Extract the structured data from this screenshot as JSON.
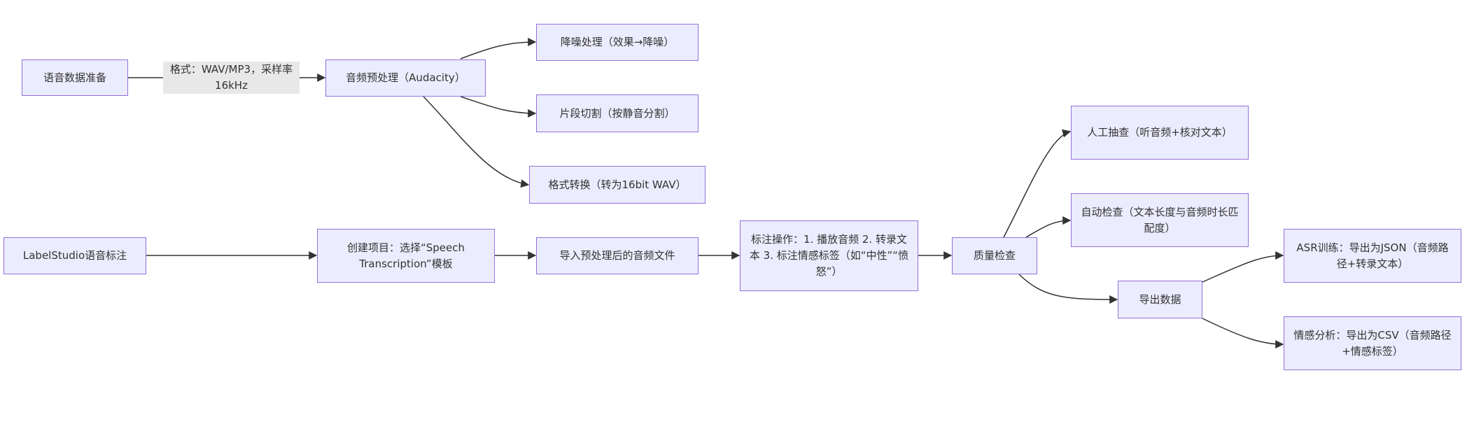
{
  "diagram": {
    "colors": {
      "node_fill": "#ececff",
      "node_border": "#9370db",
      "edge": "#333333",
      "edge_label_bg": "#e8e8e8",
      "text": "#333333"
    },
    "nodes": {
      "voice_prep": "语音数据准备",
      "audio_preprocess": "音频预处理（Audacity）",
      "denoise": "降噪处理（效果→降噪）",
      "segment": "片段切割（按静音分割）",
      "format_convert": "格式转换（转为16bit WAV）",
      "labelstudio": "LabelStudio语音标注",
      "create_project": "创建项目：选择“Speech Transcription”模板",
      "import_audio": "导入预处理后的音频文件",
      "annotate": "标注操作：1. 播放音频 2. 转录文本 3. 标注情感标签（如“中性”“愤怒”）",
      "quality_check": "质量检查",
      "manual_check": "人工抽查（听音频+核对文本）",
      "auto_check": "自动检查（文本长度与音频时长匹配度）",
      "export": "导出数据",
      "asr_export": "ASR训练：导出为JSON（音频路径+转录文本）",
      "emotion_export": "情感分析：导出为CSV（音频路径+情感标签）"
    },
    "edge_labels": {
      "format_spec": "格式：WAV/MP3，采样率16kHz"
    },
    "edges": [
      {
        "from": "voice_prep",
        "to": "audio_preprocess",
        "label": "format_spec"
      },
      {
        "from": "audio_preprocess",
        "to": "denoise"
      },
      {
        "from": "audio_preprocess",
        "to": "segment"
      },
      {
        "from": "audio_preprocess",
        "to": "format_convert"
      },
      {
        "from": "labelstudio",
        "to": "create_project"
      },
      {
        "from": "create_project",
        "to": "import_audio"
      },
      {
        "from": "import_audio",
        "to": "annotate"
      },
      {
        "from": "annotate",
        "to": "quality_check"
      },
      {
        "from": "quality_check",
        "to": "manual_check"
      },
      {
        "from": "quality_check",
        "to": "auto_check"
      },
      {
        "from": "quality_check",
        "to": "export"
      },
      {
        "from": "export",
        "to": "asr_export"
      },
      {
        "from": "export",
        "to": "emotion_export"
      }
    ]
  }
}
